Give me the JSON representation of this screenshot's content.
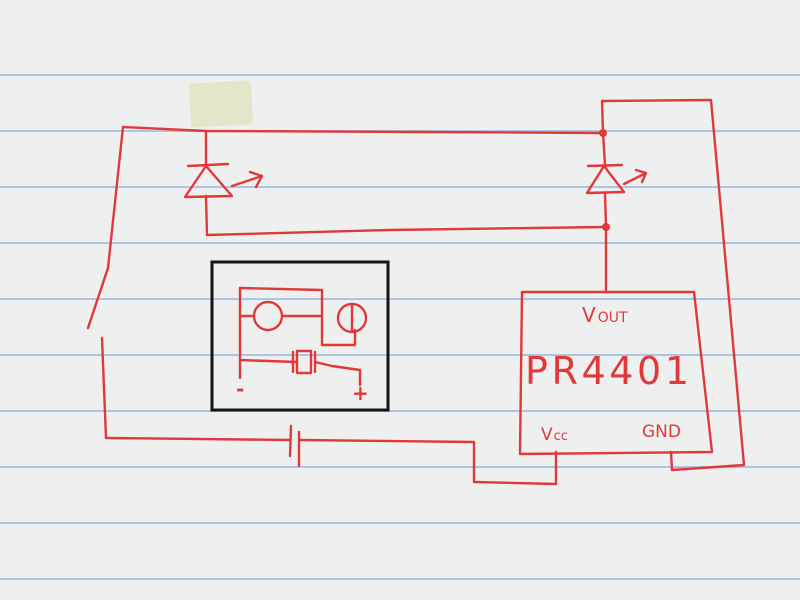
{
  "colors": {
    "ink": "#e0393a",
    "frame": "#141414",
    "paper": "#eef0f0",
    "rule": "#78a0d7"
  },
  "chip": {
    "name": "PR4401",
    "pin_out_main": "V",
    "pin_out_sub": "OUT",
    "pin_vcc_main": "V",
    "pin_vcc_sub": "cc",
    "pin_gnd": "GND"
  },
  "inset": {
    "minus": "-",
    "plus": "+"
  }
}
